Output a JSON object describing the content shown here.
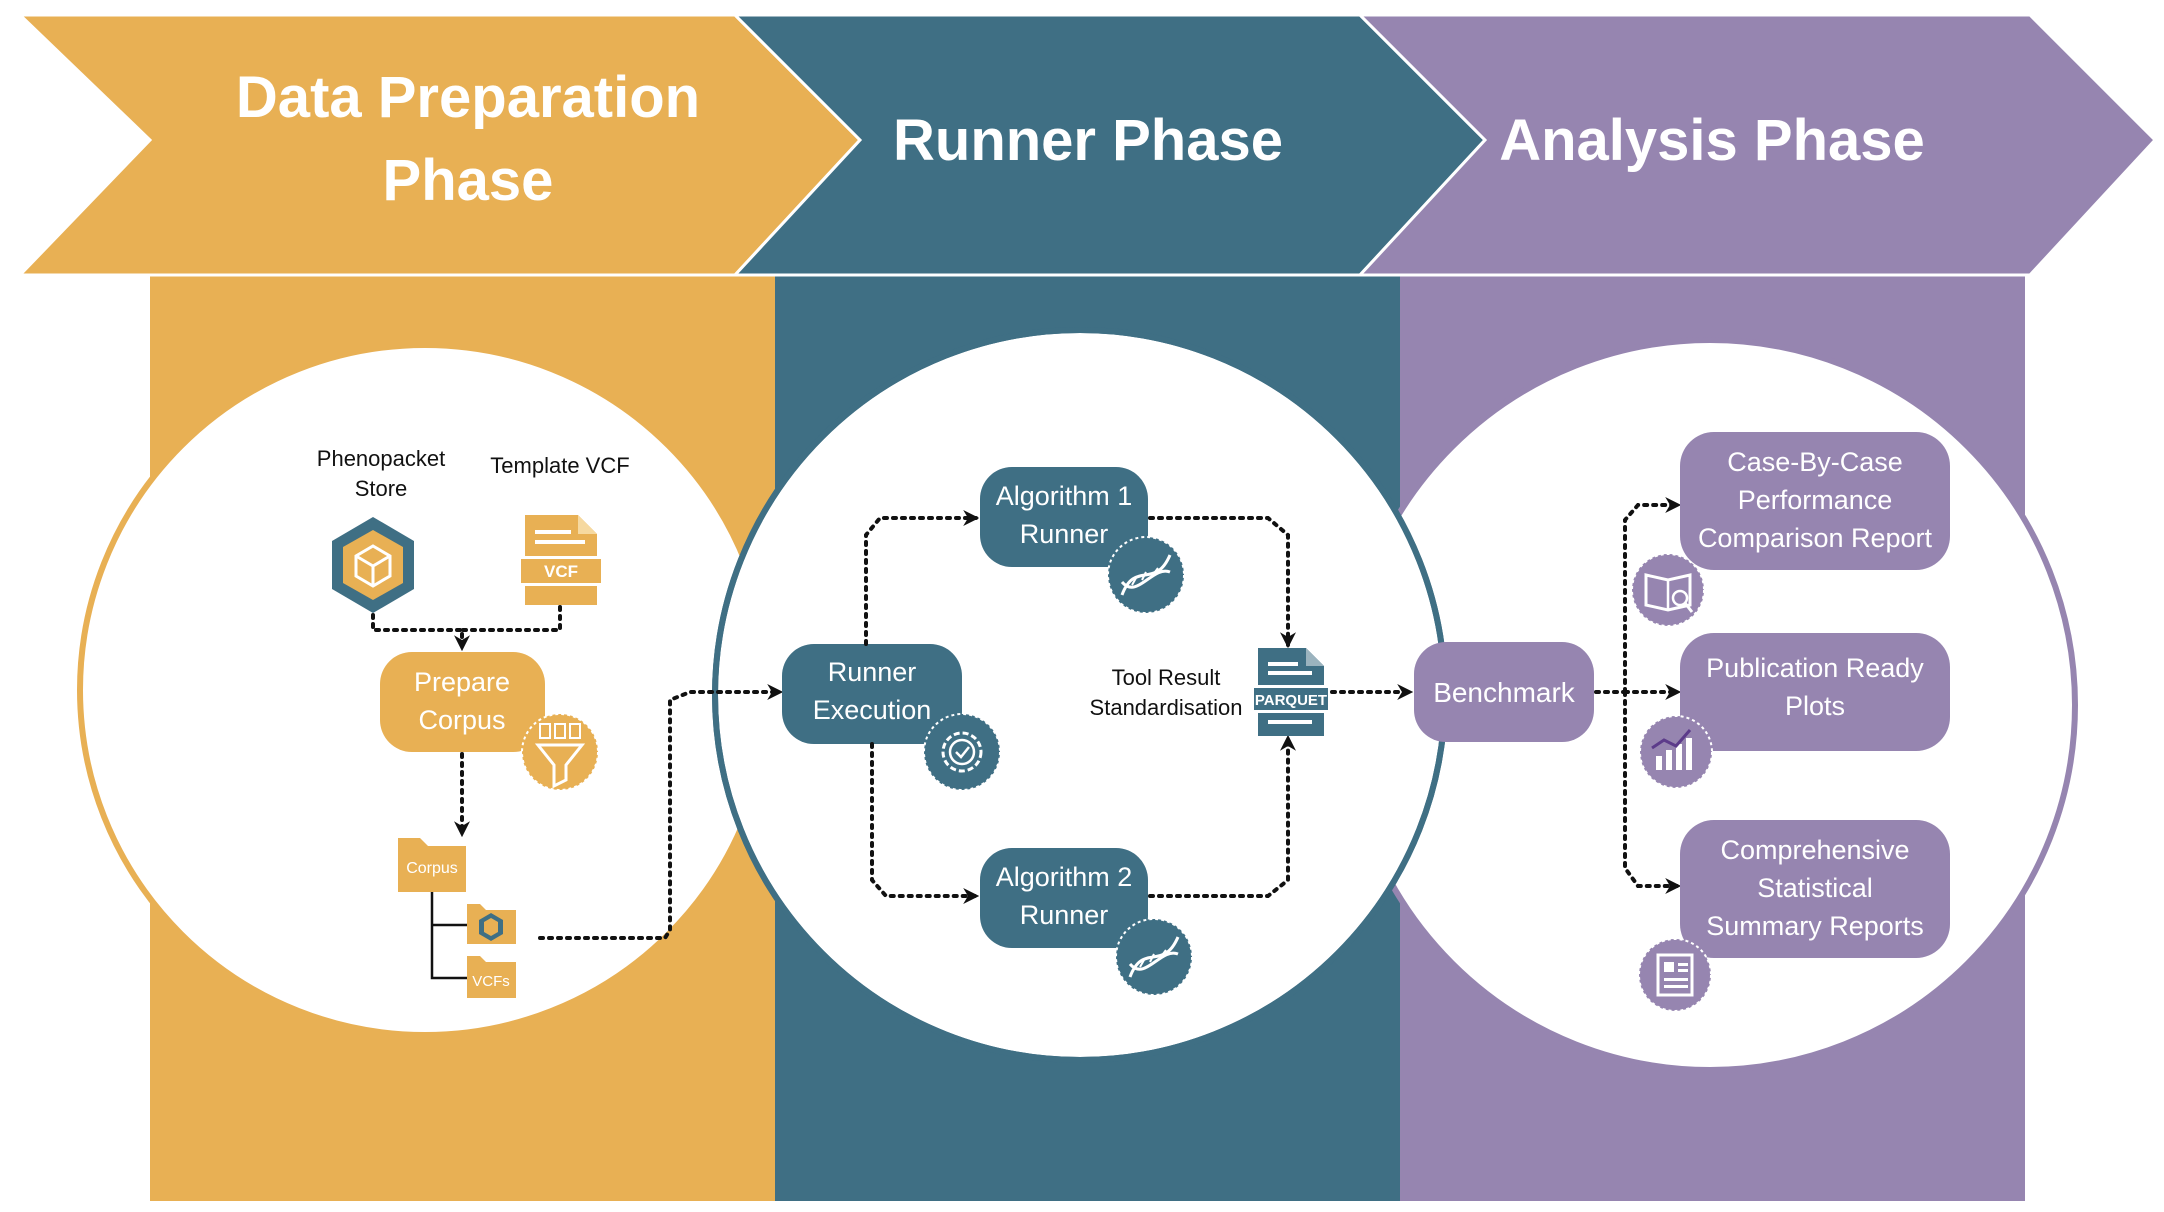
{
  "phases": {
    "data_prep": {
      "title_line1": "Data Preparation",
      "title_line2": "Phase",
      "color": "#e8b054"
    },
    "runner": {
      "title": "Runner Phase",
      "color": "#3f6f84"
    },
    "analysis": {
      "title": "Analysis Phase",
      "color": "#9685b0"
    }
  },
  "data_prep": {
    "phenopacket_store_line1": "Phenopacket",
    "phenopacket_store_line2": "Store",
    "template_vcf": "Template VCF",
    "vcf_icon_text": "VCF",
    "prepare_corpus_line1": "Prepare",
    "prepare_corpus_line2": "Corpus",
    "corpus_folder": "Corpus",
    "vcfs_folder": "VCFs"
  },
  "runner": {
    "runner_execution_line1": "Runner",
    "runner_execution_line2": "Execution",
    "algorithm1_line1": "Algorithm 1",
    "algorithm1_line2": "Runner",
    "algorithm2_line1": "Algorithm 2",
    "algorithm2_line2": "Runner",
    "tool_result_line1": "Tool Result",
    "tool_result_line2": "Standardisation",
    "parquet": "PARQUET"
  },
  "analysis": {
    "benchmark": "Benchmark",
    "report1_line1": "Case-By-Case",
    "report1_line2": "Performance",
    "report1_line3": "Comparison Report",
    "report2_line1": "Publication Ready",
    "report2_line2": "Plots",
    "report3_line1": "Comprehensive",
    "report3_line2": "Statistical",
    "report3_line3": "Summary Reports"
  },
  "icons": [
    "hexagon-cube-icon",
    "vcf-file-icon",
    "funnel-icon",
    "folder-icon",
    "dna-icon",
    "gear-check-icon",
    "parquet-file-icon",
    "book-magnifier-icon",
    "bar-chart-icon",
    "report-icon"
  ]
}
